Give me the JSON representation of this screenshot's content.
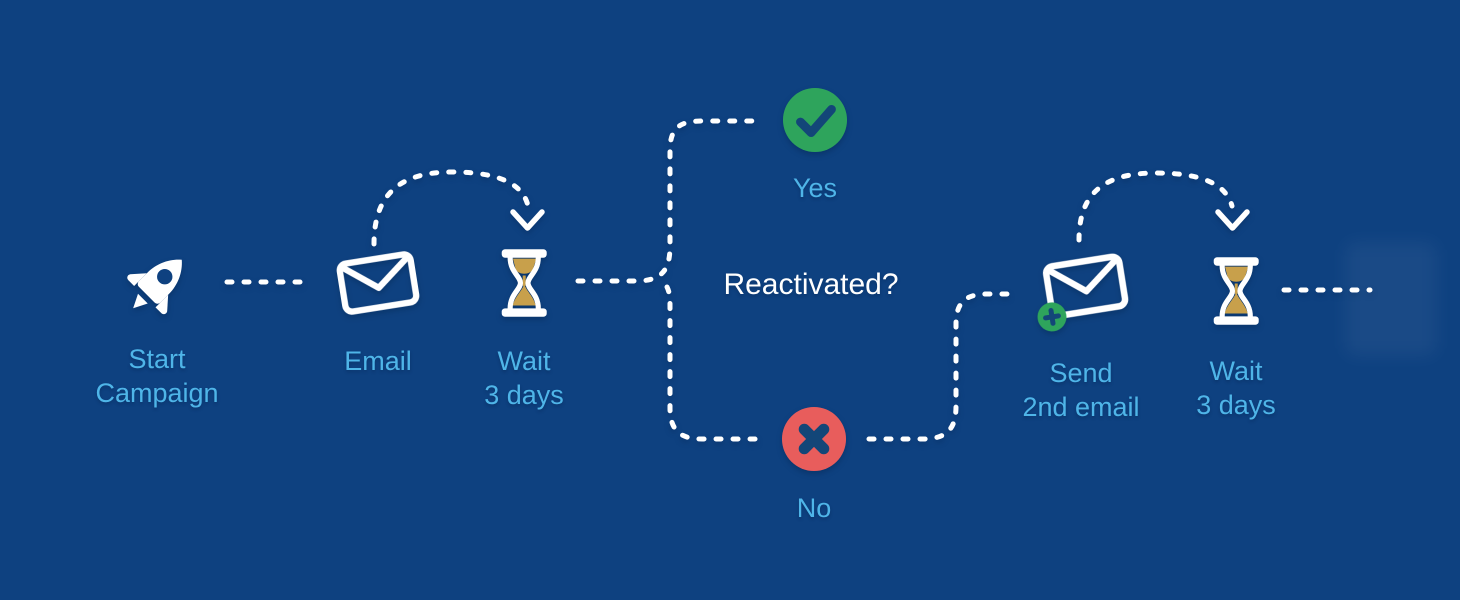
{
  "palette": {
    "background": "#0E4180",
    "label_blue": "#4FB5E8",
    "question_white": "#FFFFFF",
    "line_white": "#FFFFFF",
    "sand_gold": "#C8A04B",
    "yes_green": "#2EA45C",
    "no_red": "#E85D5C",
    "glyph_navy": "#134678"
  },
  "nodes": {
    "start_campaign": {
      "icon": "rocket-icon",
      "line1": "Start",
      "line2": "Campaign"
    },
    "email": {
      "icon": "envelope-icon",
      "line1": "Email"
    },
    "wait_1": {
      "icon": "hourglass-icon",
      "line1": "Wait",
      "line2": "3 days"
    },
    "decision": {
      "question": "Reactivated?",
      "yes_icon": "check-circle-icon",
      "yes_label": "Yes",
      "no_icon": "x-circle-icon",
      "no_label": "No"
    },
    "send_2nd_email": {
      "icon": "envelope-plus-icon",
      "line1": "Send",
      "line2": "2nd email"
    },
    "wait_2": {
      "icon": "hourglass-icon",
      "line1": "Wait",
      "line2": "3 days"
    }
  }
}
